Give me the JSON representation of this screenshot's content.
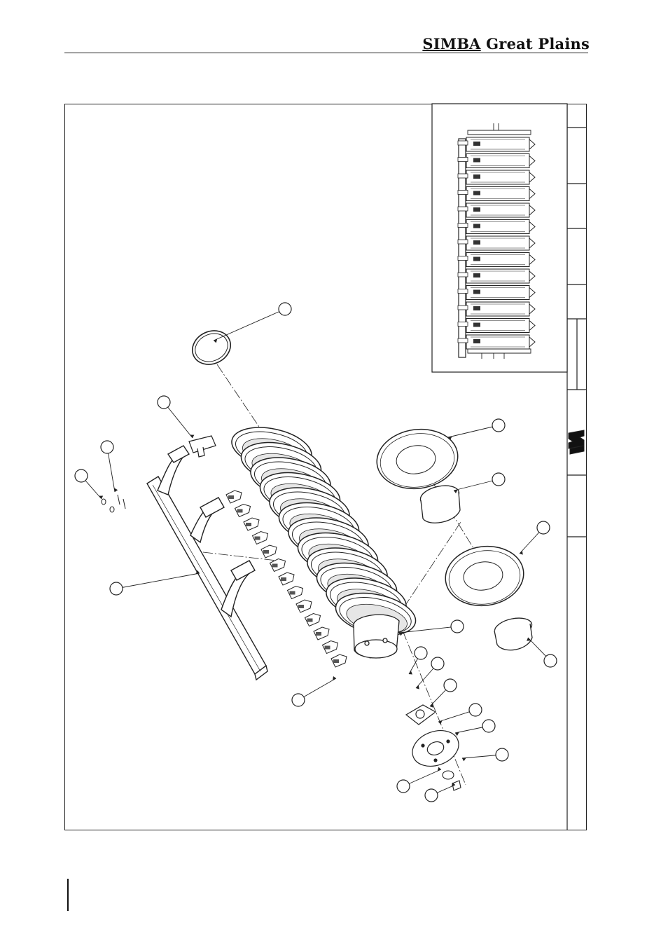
{
  "header": {
    "brand_main": "SIMBA",
    "brand_rest": " Great Plains"
  },
  "drawing": {
    "callout_count": 19
  }
}
